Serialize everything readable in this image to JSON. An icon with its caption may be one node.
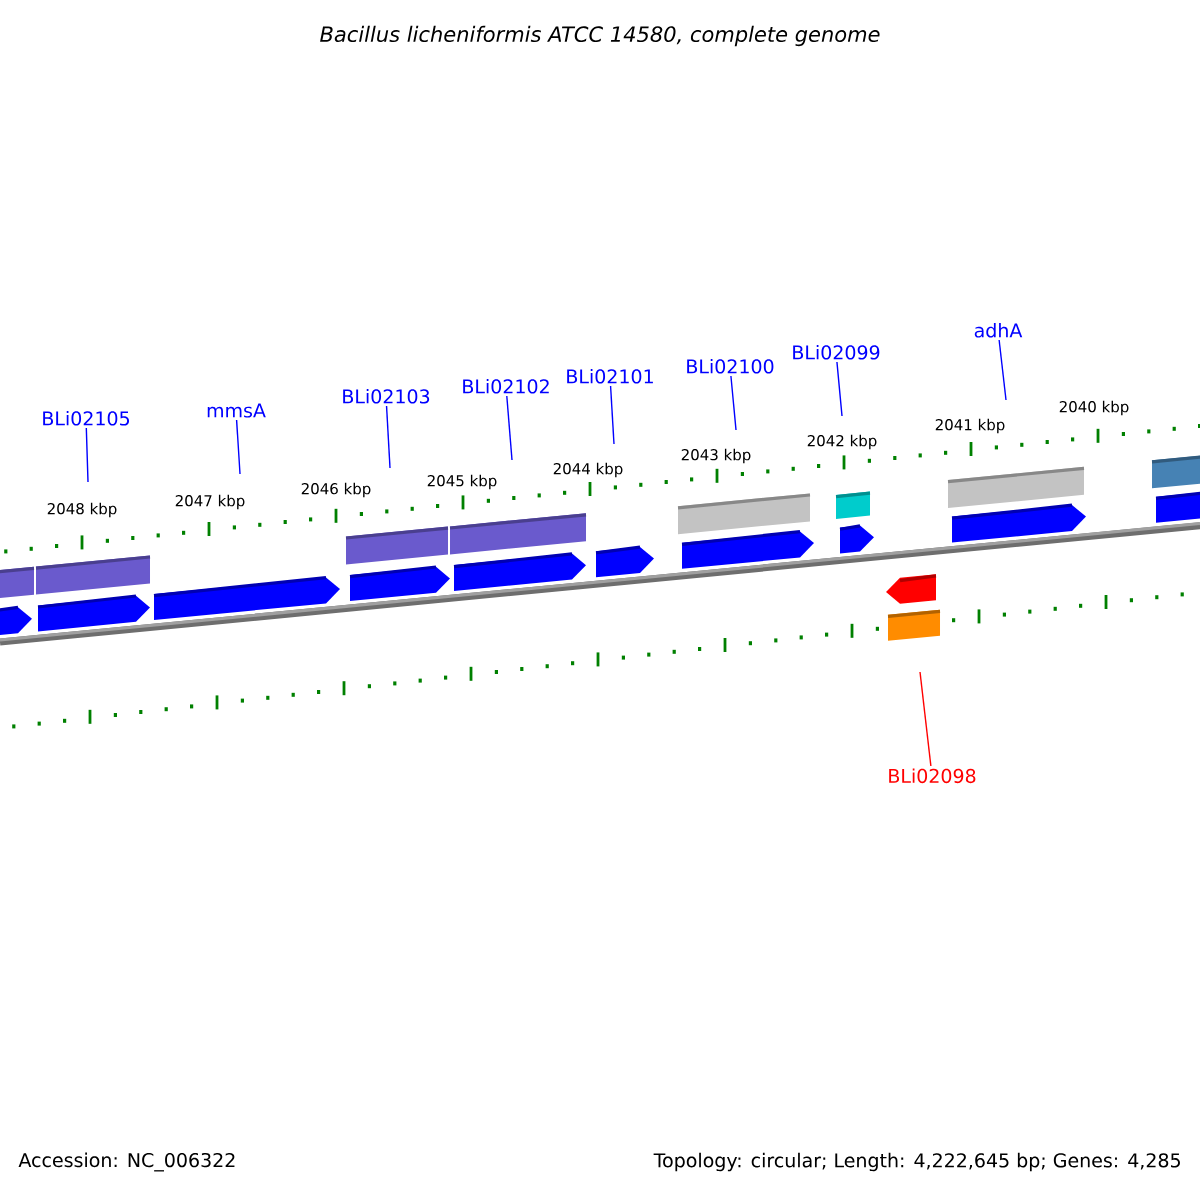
{
  "diagram": {
    "title": "Bacillus licheniformis ATCC 14580, complete genome",
    "nodes": [
      {
        "text": [
          "BLi02105"
        ]
      },
      {
        "text": [
          "mmsA"
        ]
      },
      {
        "text": [
          "BLi02103"
        ]
      },
      {
        "text": [
          "BLi02102"
        ]
      },
      {
        "text": [
          "BLi02101"
        ]
      },
      {
        "text": [
          "BLi02100"
        ]
      },
      {
        "text": [
          "BLi02099"
        ]
      },
      {
        "text": [
          "adhA"
        ]
      },
      {
        "text": [
          "BLi02098"
        ]
      }
    ],
    "edges": [
      {
        "from": 0,
        "to": null,
        "arrow": "none"
      },
      {
        "from": 1,
        "to": null,
        "arrow": "none"
      },
      {
        "from": 2,
        "to": null,
        "arrow": "none"
      },
      {
        "from": 3,
        "to": null,
        "arrow": "none"
      },
      {
        "from": 4,
        "to": null,
        "arrow": "none"
      },
      {
        "from": 5,
        "to": null,
        "arrow": "none"
      },
      {
        "from": 6,
        "to": null,
        "arrow": "none"
      },
      {
        "from": 7,
        "to": null,
        "arrow": "none"
      },
      {
        "from": 8,
        "to": null,
        "arrow": "none",
        "color": "#ff0000"
      }
    ],
    "labels": [
      "2048 kbp",
      "2047 kbp",
      "2046 kbp",
      "2045 kbp",
      "2044 kbp",
      "2043 kbp",
      "2042 kbp",
      "2041 kbp",
      "2040 kbp",
      "Accession: NC_006322",
      "Topology: circular; Length: 4,222,645 bp; Genes: 4,285"
    ]
  }
}
